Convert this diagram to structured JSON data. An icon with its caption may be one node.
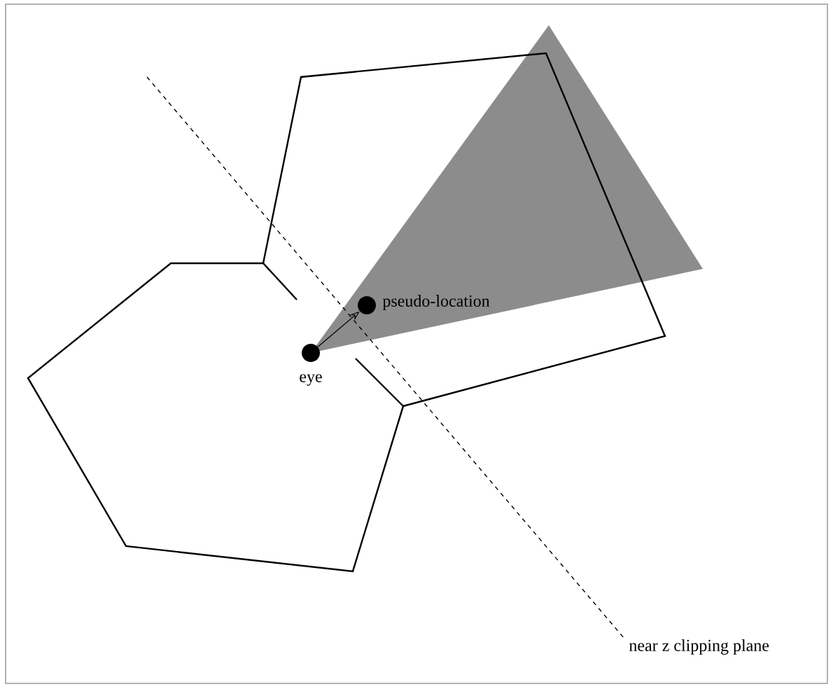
{
  "diagram": {
    "nodes": [
      {
        "text": [],
        "shape": "circle",
        "beside": [
          "eye"
        ]
      },
      {
        "text": [],
        "shape": "circle",
        "beside": [
          "pseudo-location"
        ]
      }
    ],
    "edges": [
      {
        "from": 0,
        "to": 1,
        "arrow": "to"
      }
    ],
    "labels": [
      "near z clipping plane"
    ]
  }
}
